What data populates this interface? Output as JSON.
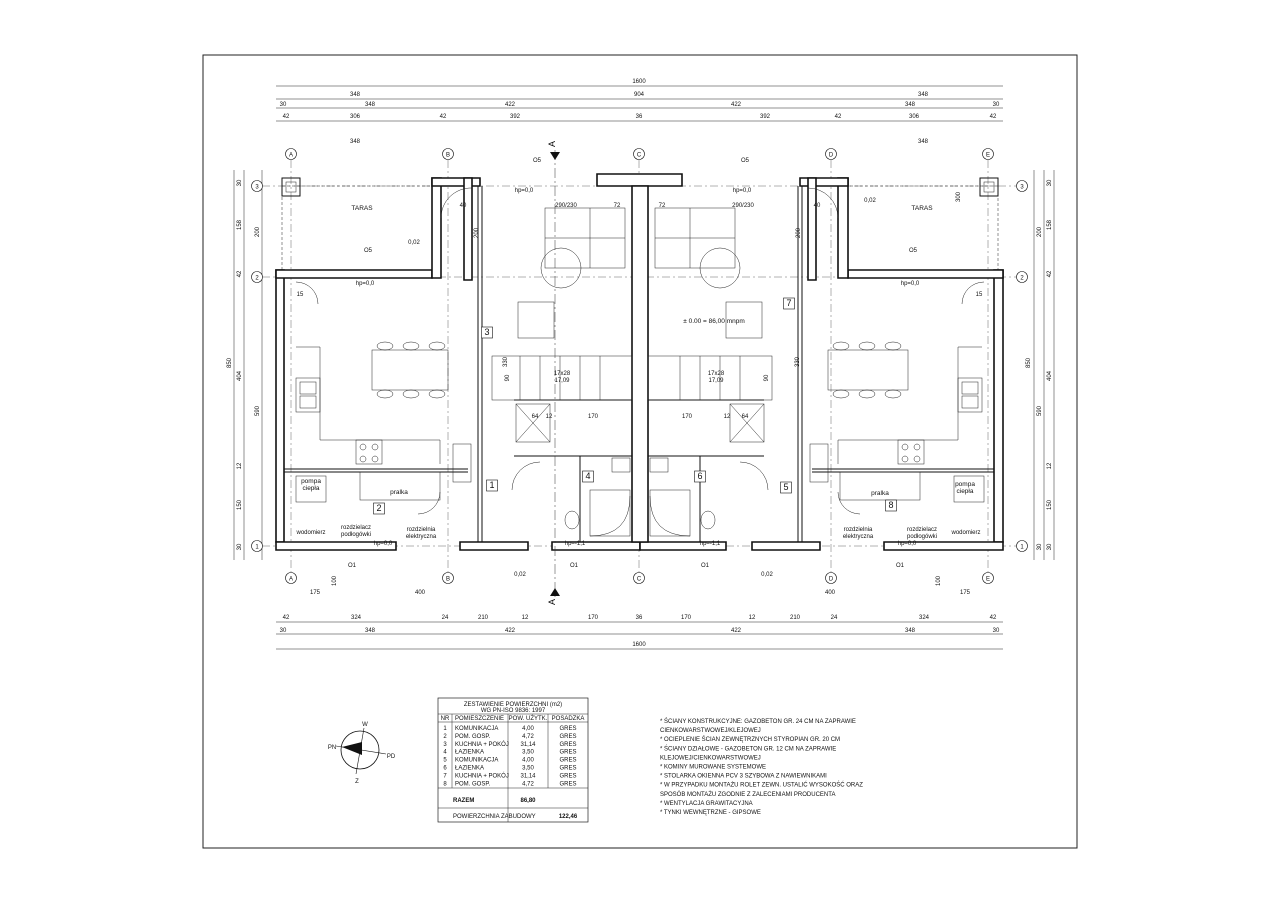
{
  "drawing": {
    "dims": {
      "top_total": "1600",
      "top_row2": [
        "348",
        "904",
        "348"
      ],
      "top_row3": [
        "30",
        "348",
        "422",
        "422",
        "348",
        "30"
      ],
      "top_row4": [
        "42",
        "306",
        "42",
        "392",
        "36",
        "392",
        "42",
        "306",
        "42"
      ],
      "terrace_width": "348",
      "bottom_row1": [
        "42",
        "324",
        "24",
        "210",
        "12",
        "170",
        "36",
        "170",
        "12",
        "210",
        "24",
        "324",
        "42"
      ],
      "bottom_row2": [
        "30",
        "348",
        "422",
        "422",
        "348",
        "30"
      ],
      "bottom_total": "1600",
      "left_total": "850",
      "left_a": [
        "30",
        "158",
        "42",
        "404",
        "12",
        "150",
        "30"
      ],
      "left_b": [
        "200",
        "590",
        "30"
      ],
      "stair_width": "90",
      "stair_hall_height": "330",
      "entry_gap": "175",
      "window_400": "400",
      "offset_100": "100",
      "side_300": "300"
    },
    "axes": {
      "columns": [
        "A",
        "B",
        "C",
        "D",
        "E"
      ],
      "rows": [
        "3",
        "2",
        "1"
      ]
    },
    "section_marker": "A",
    "labels": {
      "terrace": "TARAS",
      "heat_pump": "pompa\nciepła",
      "washer": "pralka",
      "water_meter": "wodomierz",
      "floor_heating_manifold": "rozdzielacz\npodłogówki",
      "electrical_board": "rozdzielnia\nelektryczna",
      "level_origin": "± 0.00 = 86,00 mnpm",
      "floor_level": "hp=0,0",
      "floor_level_entry": "hp=-1,1",
      "window_tag": "O5",
      "window_tag_small": "O1",
      "slope": "0,02",
      "stair_rise": "17x28\n17,09",
      "room_numbers": [
        "1",
        "2",
        "3",
        "4",
        "5",
        "6",
        "7",
        "8"
      ],
      "door_size": "290/230",
      "door_72": "72",
      "door_40": "40",
      "tag_64": "64",
      "tag_170": "170",
      "tag_12": "12",
      "tag_15": "15"
    }
  },
  "area_table": {
    "title": "ZESTAWIENIE POWIERZCHNI (m2)",
    "subtitle": "WG PN-ISO 9836: 1997",
    "headers": [
      "NR",
      "POMIESZCZENIE",
      "POW. UŻYTK.",
      "POSADZKA"
    ],
    "rows": [
      [
        "1",
        "KOMUNIKACJA",
        "4,00",
        "GRES"
      ],
      [
        "2",
        "POM. GOSP.",
        "4,72",
        "GRES"
      ],
      [
        "3",
        "KUCHNIA + POKÓJ",
        "31,14",
        "GRES"
      ],
      [
        "4",
        "ŁAZIENKA",
        "3,50",
        "GRES"
      ],
      [
        "5",
        "KOMUNIKACJA",
        "4,00",
        "GRES"
      ],
      [
        "6",
        "ŁAZIENKA",
        "3,50",
        "GRES"
      ],
      [
        "7",
        "KUCHNIA + POKÓJ",
        "31,14",
        "GRES"
      ],
      [
        "8",
        "POM. GOSP.",
        "4,72",
        "GRES"
      ]
    ],
    "total_label": "RAZEM",
    "total_value": "86,80",
    "built_label": "POWIERZCHNIA ZABUDOWY",
    "built_value": "122,46"
  },
  "notes": [
    "* ŚCIANY KONSTRUKCYJNE: GAZOBETON GR. 24 CM NA ZAPRAWIE",
    "  CIENKOWARSTWOWEJ/KLEJOWEJ",
    "* OCIEPLENIE ŚCIAN ZEWNĘTRZNYCH STYROPIAN GR. 20 CM",
    "* ŚCIANY DZIAŁOWE - GAZOBETON GR. 12 CM NA ZAPRAWIE",
    "  KLEJOWEJ/CIENKOWARSTWOWEJ",
    "* KOMINY MUROWANE SYSTEMOWE",
    "* STOLARKA OKIENNA PCV 3 SZYBOWA Z NAWIEWNIKAMI",
    "* W PRZYPADKU MONTAŻU ROLET ZEWN. USTALIĆ WYSOKOŚĆ ORAZ",
    "  SPOSÓB MONTAŻU ZGODNIE Z ZALECENIAMI PRODUCENTA",
    "* WENTYLACJA GRAWITACYJNA",
    "* TYNKI WEWNĘTRZNE - GIPSOWE"
  ],
  "compass": {
    "north": "W",
    "south": "Z",
    "west": "PN",
    "east": "PD"
  }
}
